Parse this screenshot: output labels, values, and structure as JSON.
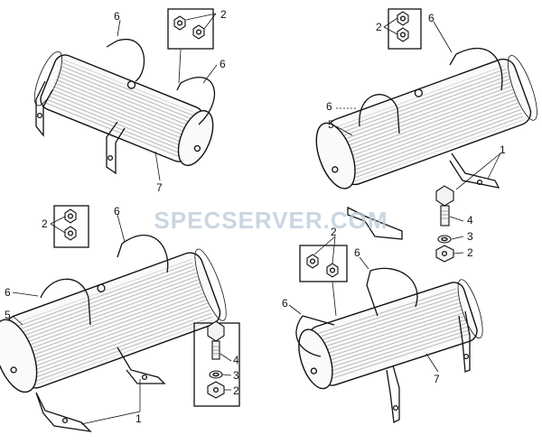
{
  "watermark": {
    "text": "SPECSERVER.COM",
    "color": "#b8c8d8"
  },
  "colors": {
    "line": "#111111",
    "background": "#ffffff"
  },
  "labels": {
    "a_6_top": "6",
    "a_2": "2",
    "a_6_right": "6",
    "a_7": "7",
    "b_2": "2",
    "b_6_top": "6",
    "b_6_left": "6",
    "b_5": "5",
    "b_1": "1",
    "b_4": "4",
    "b_3": "3",
    "b_2_low": "2",
    "c_2": "2",
    "c_6_top": "6",
    "c_6_left": "6",
    "c_5": "5",
    "c_4": "4",
    "c_3": "3",
    "c_2_low": "2",
    "c_1": "1",
    "d_2": "2",
    "d_6_top": "6",
    "d_6_left": "6",
    "d_7": "7"
  }
}
